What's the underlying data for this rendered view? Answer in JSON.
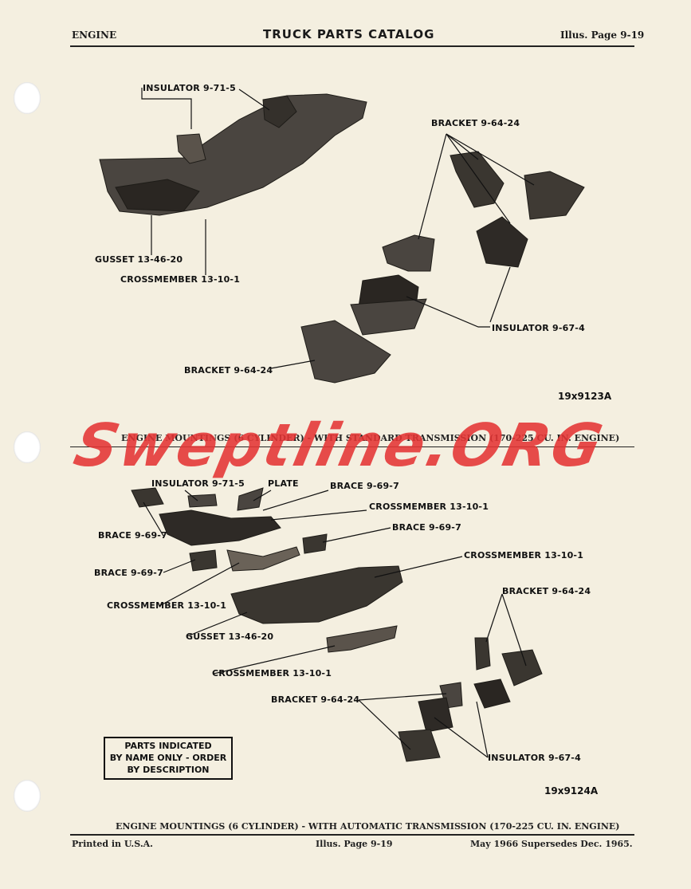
{
  "header": {
    "left": "ENGINE",
    "center": "TRUCK PARTS CATALOG",
    "right": "Illus. Page 9-19"
  },
  "figure1": {
    "labels": {
      "insulator_top": "INSULATOR 9-71-5",
      "bracket_top": "BRACKET 9-64-24",
      "gusset": "GUSSET 13-46-20",
      "crossmember": "CROSSMEMBER 13-10-1",
      "insulator_right": "INSULATOR 9-67-4",
      "bracket_bottom": "BRACKET 9-64-24"
    },
    "code": "19x9123A",
    "caption": "ENGINE MOUNTINGS (6 CYLINDER) - WITH STANDARD TRANSMISSION (170-225 CU. IN. ENGINE)"
  },
  "watermark": "Sweptline.ORG",
  "figure2": {
    "labels": {
      "insulator": "INSULATOR 9-71-5",
      "plate": "PLATE",
      "brace_top": "BRACE 9-69-7",
      "crossmember_top": "CROSSMEMBER 13-10-1",
      "brace_left": "BRACE 9-69-7",
      "brace_mid": "BRACE 9-69-7",
      "crossmember_mid": "CROSSMEMBER 13-10-1",
      "brace_left2": "BRACE 9-69-7",
      "bracket_right": "BRACKET 9-64-24",
      "crossmember_left": "CROSSMEMBER 13-10-1",
      "gusset": "GUSSET 13-46-20",
      "crossmember_bottom": "CROSSMEMBER 13-10-1",
      "bracket_bottom": "BRACKET 9-64-24",
      "insulator_bottom": "INSULATOR 9-67-4"
    },
    "parts_box": {
      "line1": "PARTS INDICATED",
      "line2": "BY NAME ONLY - ORDER",
      "line3": "BY DESCRIPTION"
    },
    "code": "19x9124A",
    "caption": "ENGINE MOUNTINGS (6 CYLINDER) - WITH AUTOMATIC TRANSMISSION (170-225 CU. IN. ENGINE)"
  },
  "footer": {
    "left": "Printed in U.S.A.",
    "center": "Illus. Page 9-19",
    "right": "May 1966 Supersedes Dec. 1965."
  }
}
